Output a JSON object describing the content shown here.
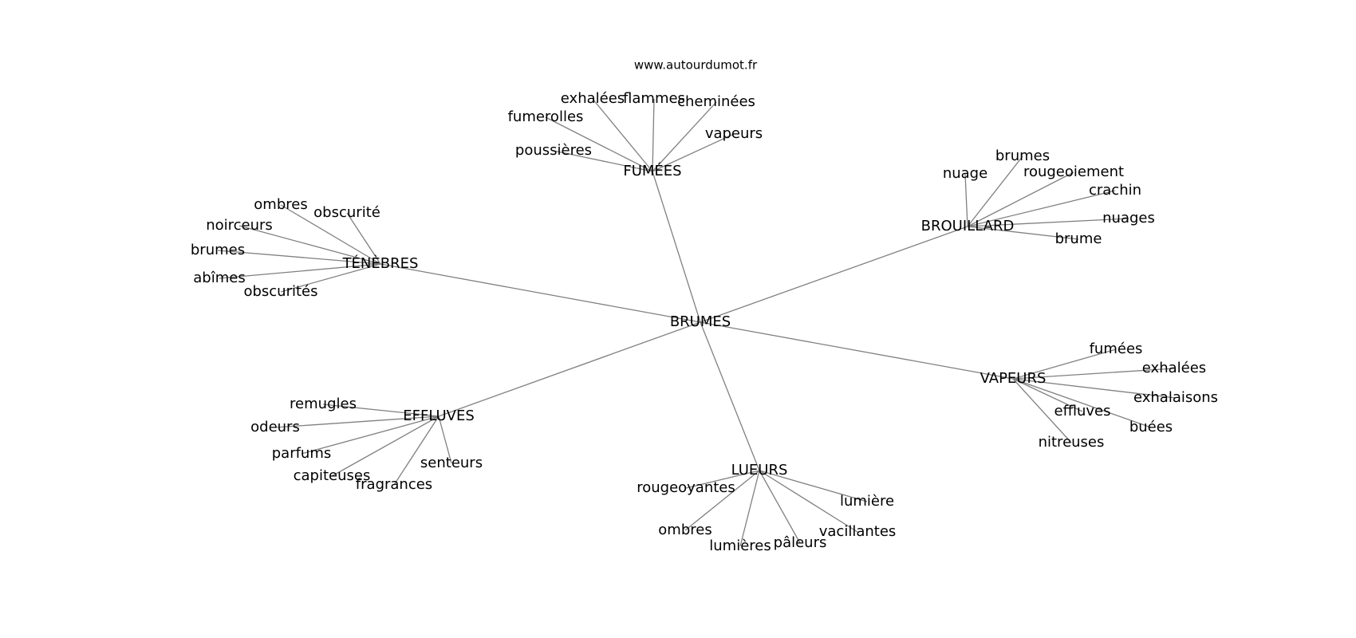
{
  "site": "www.autourdumot.fr",
  "center": "BRUMES",
  "groups": [
    {
      "id": "fumees",
      "label": "FUMÉES",
      "words": [
        "exhalées",
        "flammes",
        "cheminées",
        "fumerolles",
        "vapeurs",
        "poussières"
      ]
    },
    {
      "id": "brouillard",
      "label": "BROUILLARD",
      "words": [
        "brumes",
        "nuage",
        "rougeoiement",
        "crachin",
        "nuages",
        "brume"
      ]
    },
    {
      "id": "tenebres",
      "label": "TÉNÈBRES",
      "words": [
        "ombres",
        "obscurité",
        "noirceurs",
        "brumes",
        "abîmes",
        "obscurités"
      ]
    },
    {
      "id": "vapeurs",
      "label": "VAPEURS",
      "words": [
        "fumées",
        "exhalées",
        "exhalaisons",
        "effluves",
        "buées",
        "nitreuses"
      ]
    },
    {
      "id": "effluves",
      "label": "EFFLUVES",
      "words": [
        "remugles",
        "odeurs",
        "parfums",
        "senteurs",
        "capiteuses",
        "fragrances"
      ]
    },
    {
      "id": "lueurs",
      "label": "LUEURS",
      "words": [
        "rougeoyantes",
        "lumière",
        "ombres",
        "vacillantes",
        "lumières",
        "pâleurs"
      ]
    }
  ]
}
